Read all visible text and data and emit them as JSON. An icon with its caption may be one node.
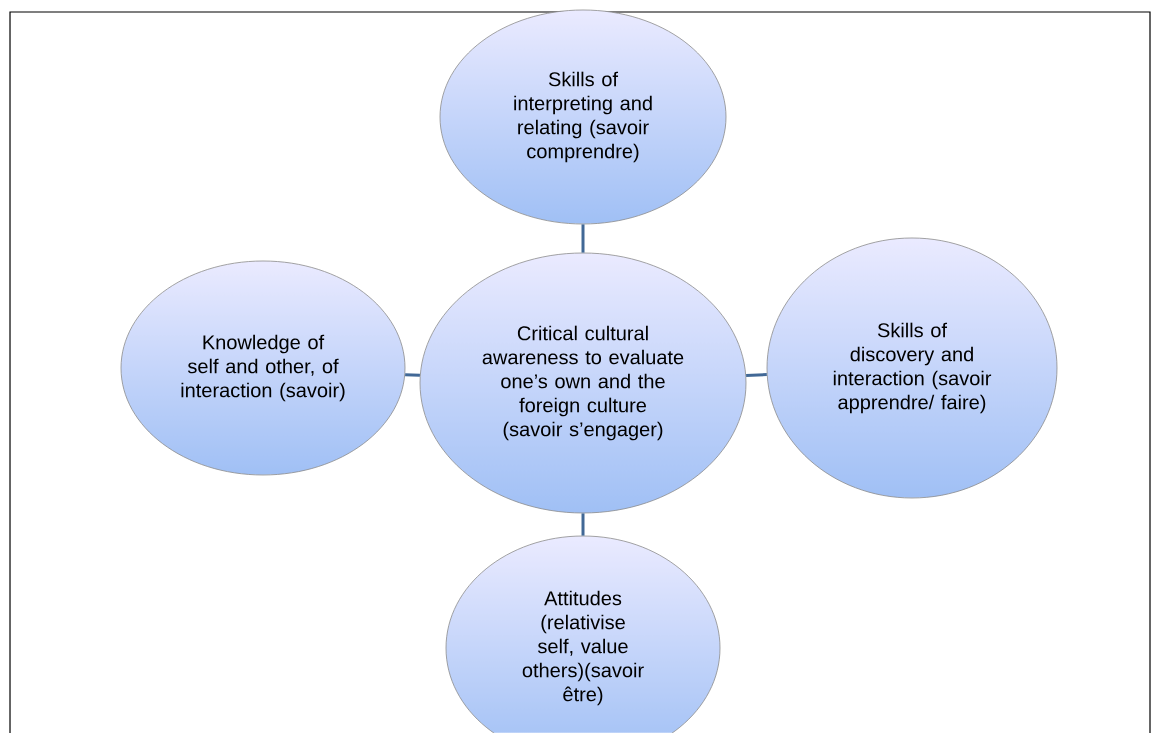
{
  "diagram": {
    "nodes": [
      {
        "text": [
          "Skills of interpreting and relating (savoir comprendre)"
        ]
      },
      {
        "text": [
          "Knowledge of self and other, of interaction (savoir)"
        ]
      },
      {
        "text": [
          "Critical cultural awareness to evaluate one’s own and the foreign culture (savoir s’engager)"
        ]
      },
      {
        "text": [
          "Skills of discovery and interaction (savoir apprendre/ faire)"
        ]
      },
      {
        "text": [
          "Attitudes (relativise self, value others)(savoir être)"
        ]
      }
    ],
    "edges": [
      {
        "from": 2,
        "to": 0,
        "arrow": "none"
      },
      {
        "from": 2,
        "to": 1,
        "arrow": "none"
      },
      {
        "from": 2,
        "to": 3,
        "arrow": "none"
      },
      {
        "from": 2,
        "to": 4,
        "arrow": "none"
      }
    ]
  }
}
